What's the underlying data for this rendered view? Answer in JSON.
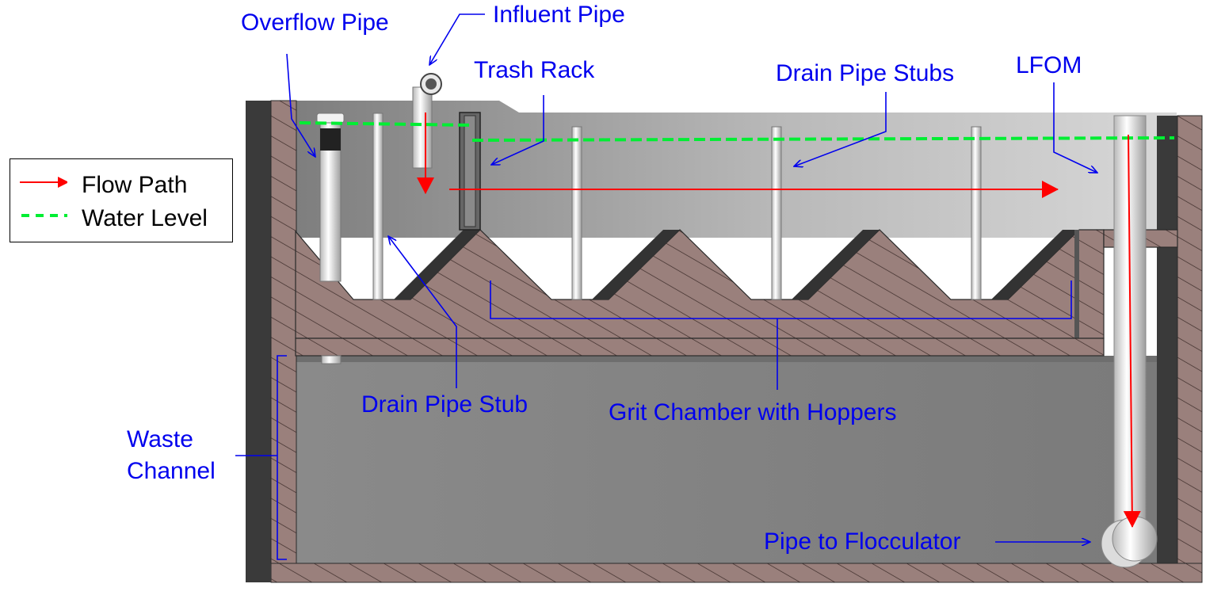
{
  "legend": {
    "flow_path": {
      "label": "Flow Path",
      "color": "#ff0000"
    },
    "water_level": {
      "label": "Water Level",
      "color": "#00ee33"
    }
  },
  "labels": {
    "overflow_pipe": "Overflow Pipe",
    "influent_pipe": "Influent Pipe",
    "trash_rack": "Trash Rack",
    "drain_pipe_stubs": "Drain Pipe Stubs",
    "lfom": "LFOM",
    "drain_pipe_stub": "Drain Pipe Stub",
    "grit_chamber": "Grit Chamber with Hoppers",
    "waste_channel_line1": "Waste",
    "waste_channel_line2": "Channel",
    "pipe_to_flocculator": "Pipe to Flocculator"
  },
  "colors": {
    "annotation": "#0000ee",
    "concrete": "#9a807c",
    "wall_dark": "#3a3a3a",
    "tank_gray": "#8c8c8c"
  }
}
